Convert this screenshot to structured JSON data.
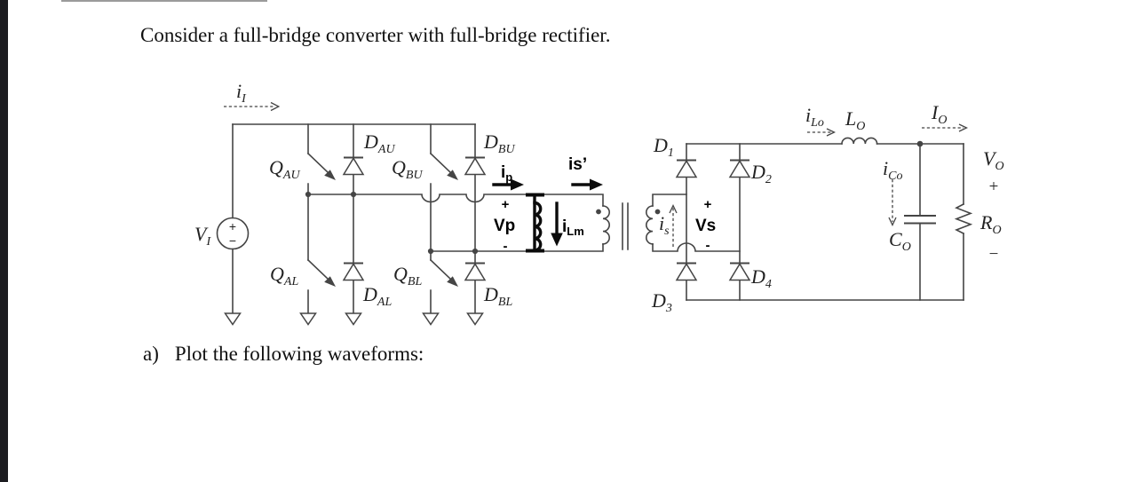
{
  "page": {
    "title": "Consider a full-bridge converter with full-bridge rectifier.",
    "question_prefix": "a)",
    "question_text": "Plot the following waveforms:"
  },
  "labels": {
    "i_in": {
      "main": "i",
      "sub": "I"
    },
    "v_in": {
      "main": "V",
      "sub": "I"
    },
    "v_in_plus": "+",
    "v_in_minus": "−",
    "q_au": {
      "main": "Q",
      "sub": "AU"
    },
    "d_au": {
      "main": "D",
      "sub": "AU"
    },
    "q_bu": {
      "main": "Q",
      "sub": "BU"
    },
    "d_bu": {
      "main": "D",
      "sub": "BU"
    },
    "q_al": {
      "main": "Q",
      "sub": "AL"
    },
    "d_al": {
      "main": "D",
      "sub": "AL"
    },
    "q_bl": {
      "main": "Q",
      "sub": "BL"
    },
    "d_bl": {
      "main": "D",
      "sub": "BL"
    },
    "i_p": {
      "main": "i",
      "sub": "p"
    },
    "v_p": "Vp",
    "v_p_plus": "+",
    "v_p_minus": "-",
    "i_lm": {
      "main": "i",
      "sub": "Lm"
    },
    "i_s_prime": "is’",
    "i_s": {
      "main": "i",
      "sub": "s"
    },
    "d_1": {
      "main": "D",
      "sub": "1"
    },
    "d_2": {
      "main": "D",
      "sub": "2"
    },
    "d_3": {
      "main": "D",
      "sub": "3"
    },
    "d_4": {
      "main": "D",
      "sub": "4"
    },
    "v_s": "Vs",
    "v_s_plus": "+",
    "v_s_minus": "-",
    "i_lo": {
      "main": "i",
      "sub": "Lo"
    },
    "l_o": {
      "main": "L",
      "sub": "O"
    },
    "i_o": {
      "main": "I",
      "sub": "O"
    },
    "i_co": {
      "main": "i",
      "sub": "Co"
    },
    "c_o": {
      "main": "C",
      "sub": "O"
    },
    "r_o": {
      "main": "R",
      "sub": "O"
    },
    "v_o": {
      "main": "V",
      "sub": "O"
    },
    "v_o_plus": "+",
    "v_o_minus": "−"
  },
  "colors": {
    "line": "#454545",
    "bold": "#0b0b0b",
    "text": "#222222"
  }
}
